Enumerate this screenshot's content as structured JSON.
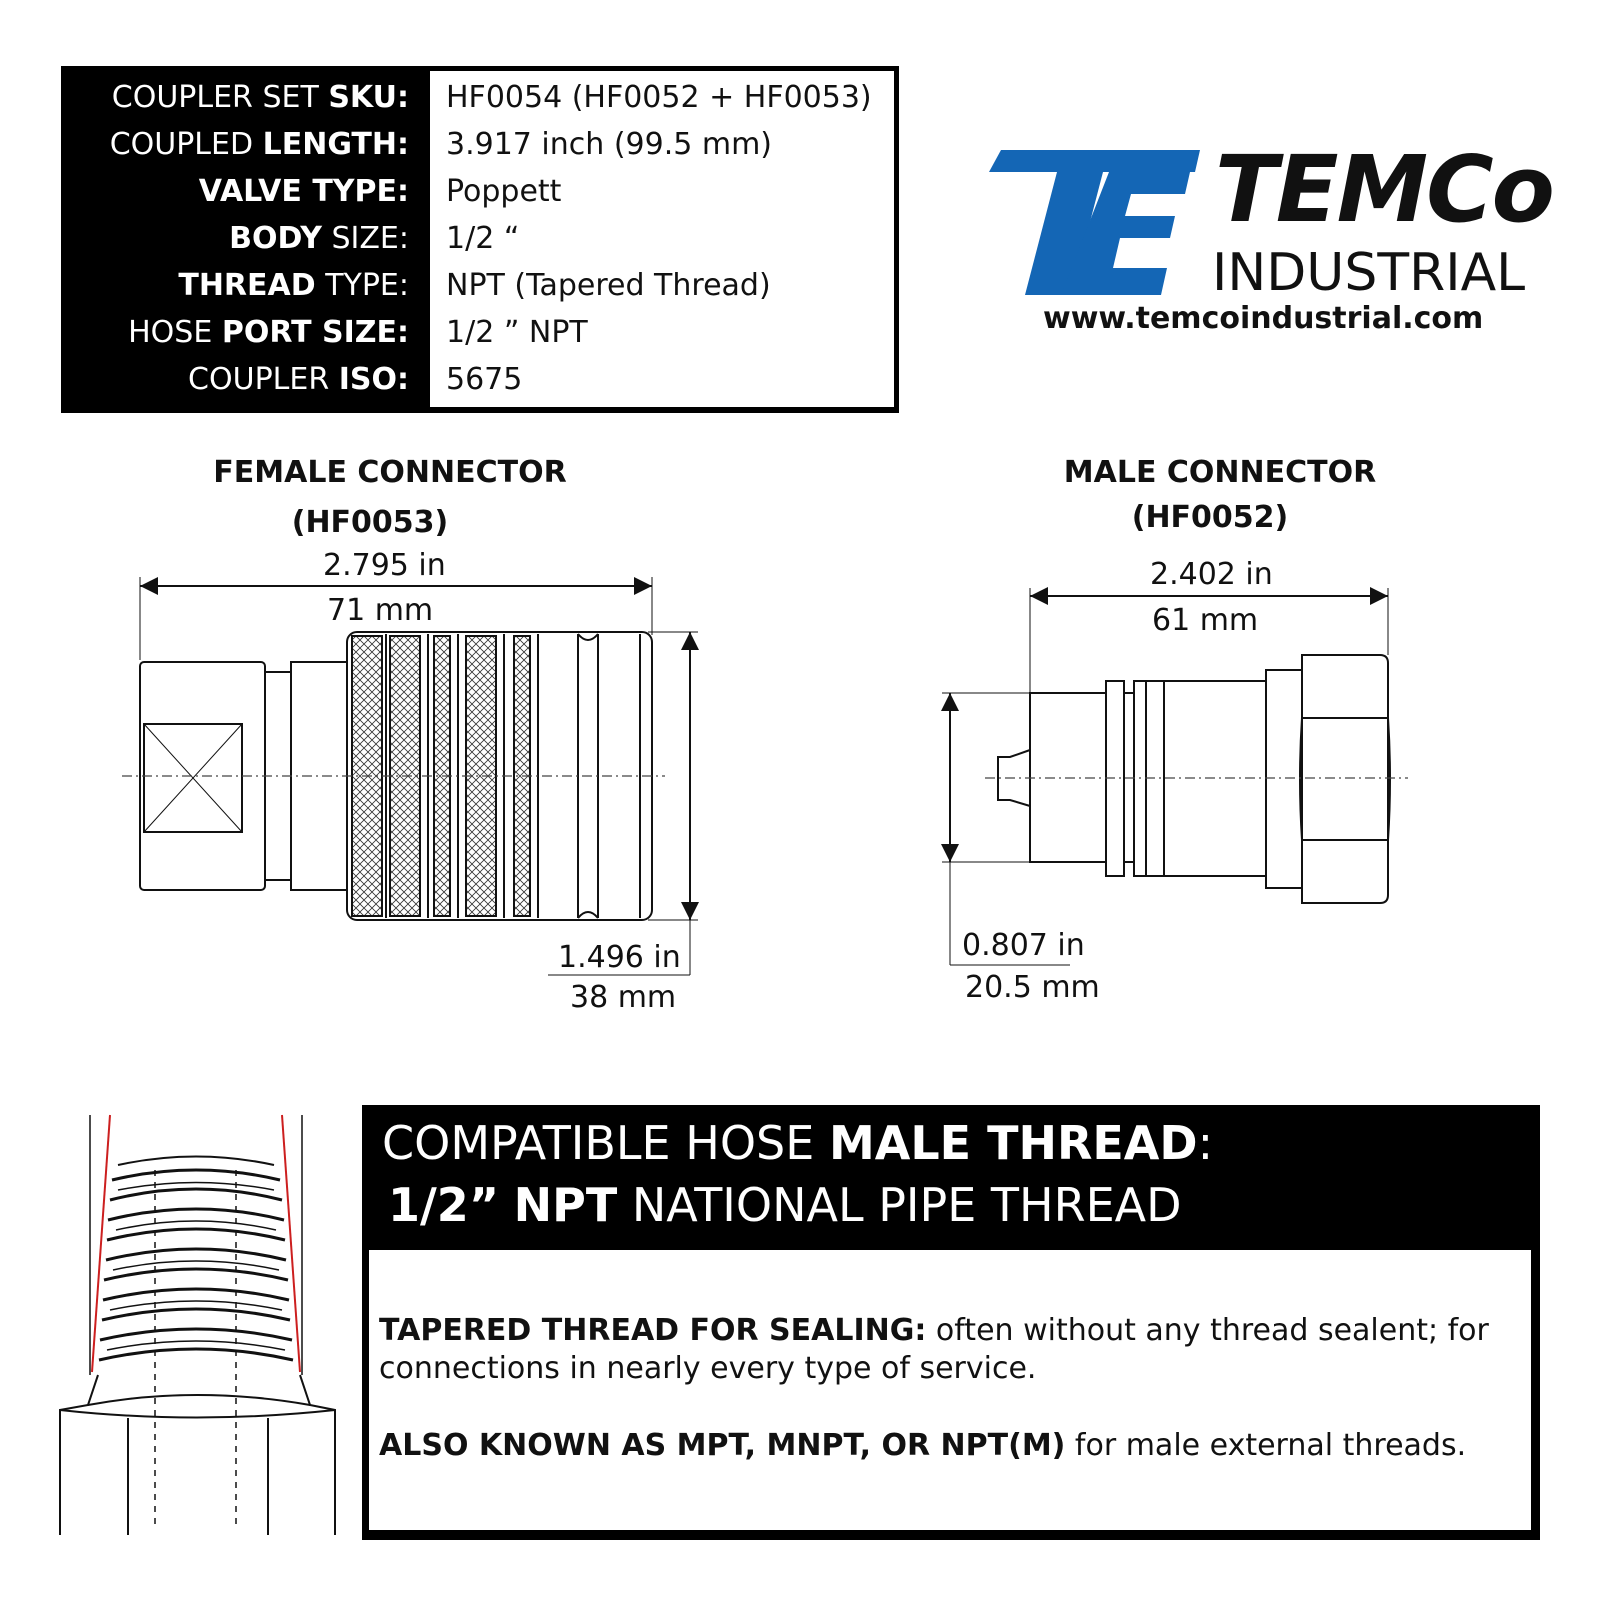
{
  "specs": [
    {
      "label_light": "COUPLER SET ",
      "label_bold": "SKU:",
      "value": "HF0054 (HF0052 + HF0053)"
    },
    {
      "label_light": "COUPLED ",
      "label_bold": "LENGTH:",
      "value": "3.917 inch (99.5 mm)"
    },
    {
      "label_light": "",
      "label_bold": "VALVE",
      "label_after": " TYPE:",
      "value": "Poppett"
    },
    {
      "label_light": "",
      "label_bold": "BODY",
      "label_after": " SIZE:",
      "value": "1/2 “"
    },
    {
      "label_light": "",
      "label_bold": "THREAD",
      "label_after": " TYPE:",
      "value": "NPT (Tapered Thread)"
    },
    {
      "label_light": "HOSE ",
      "label_bold": "PORT SIZE:",
      "value": "1/2 ” NPT"
    },
    {
      "label_light": "COUPLER ",
      "label_bold": "ISO:",
      "value": "5675"
    }
  ],
  "logo": {
    "mark_text": "TE",
    "name": "TEMCo",
    "sub": "INDUSTRIAL",
    "url": "www.temcoindustrial.com",
    "brand_blue": "#1466b5"
  },
  "female": {
    "title": "FEMALE CONNECTOR",
    "sku": "(HF0053)",
    "length_in": "2.795 in",
    "length_mm": "71 mm",
    "dia_in": "1.496 in",
    "dia_mm": "38 mm"
  },
  "male": {
    "title": "MALE CONNECTOR",
    "sku": "(HF0052)",
    "length_in": "2.402 in",
    "length_mm": "61 mm",
    "dia_in": "0.807 in",
    "dia_mm": "20.5 mm"
  },
  "info": {
    "line1_light": "COMPATIBLE HOSE ",
    "line1_bold": "MALE THREAD",
    "line1_end": ":",
    "line2_bold1": "1/2”",
    "line2_bold2": "NPT",
    "line2_light": " NATIONAL PIPE THREAD",
    "p1_bold": "TAPERED THREAD FOR SEALING:",
    "p1_text": " often without any thread sealent; for connections in nearly every type of service.",
    "p2_bold": "ALSO KNOWN AS MPT, MNPT, OR NPT(M)",
    "p2_text": " for male external threads."
  }
}
